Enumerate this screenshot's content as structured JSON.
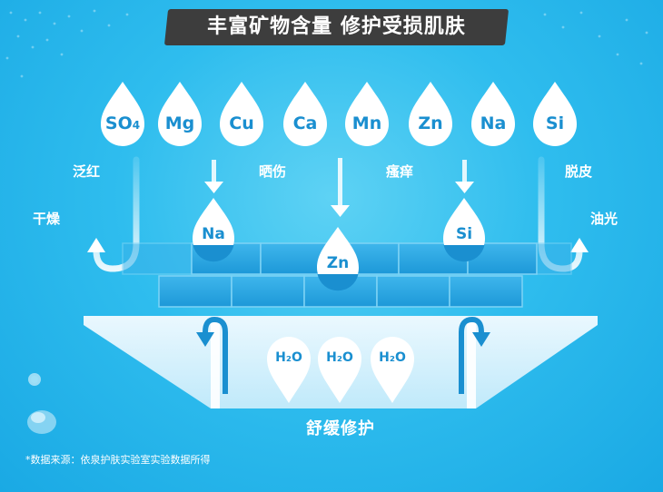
{
  "title": "丰富矿物含量 修护受损肌肤",
  "minerals": [
    {
      "label": "SO",
      "sub": "4"
    },
    {
      "label": "Mg"
    },
    {
      "label": "Cu"
    },
    {
      "label": "Ca"
    },
    {
      "label": "Mn"
    },
    {
      "label": "Zn"
    },
    {
      "label": "Na"
    },
    {
      "label": "Si"
    }
  ],
  "skin_concerns": {
    "redness": "泛红",
    "dryness": "干燥",
    "sunburn": "晒伤",
    "itching": "瘙痒",
    "peeling": "脱皮",
    "oiliness": "油光"
  },
  "absorbed_minerals": [
    "Na",
    "Zn",
    "Si"
  ],
  "water_drops": [
    "H₂O",
    "H₂O",
    "H₂O"
  ],
  "caption": "舒缓修护",
  "footnote": "*数据来源：依泉护肤实验室实验数据所得",
  "colors": {
    "accent": "#1a8fd0",
    "background": "#2fbdee",
    "banner": "#3d3d3d"
  }
}
